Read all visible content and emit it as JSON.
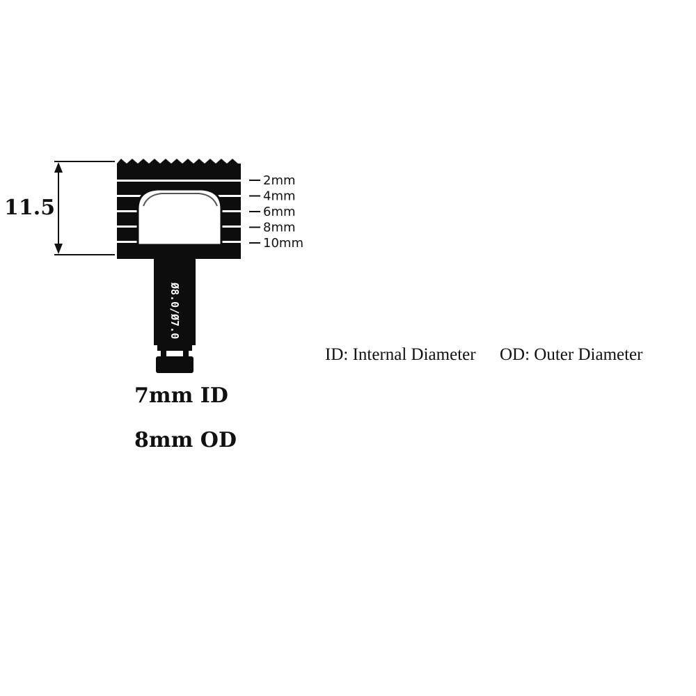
{
  "dimension": {
    "height_label": "11.5"
  },
  "depth_marks": [
    "2mm",
    "4mm",
    "6mm",
    "8mm",
    "10mm"
  ],
  "shaft_label": "Ø8.0/Ø7.0",
  "captions": {
    "id": "7mm ID",
    "od": "8mm OD"
  },
  "legend": {
    "id_text": "ID: Internal Diameter",
    "od_text": "OD: Outer Diameter"
  },
  "colors": {
    "tool": "#0d0d0d",
    "background": "#ffffff",
    "text": "#111111"
  }
}
